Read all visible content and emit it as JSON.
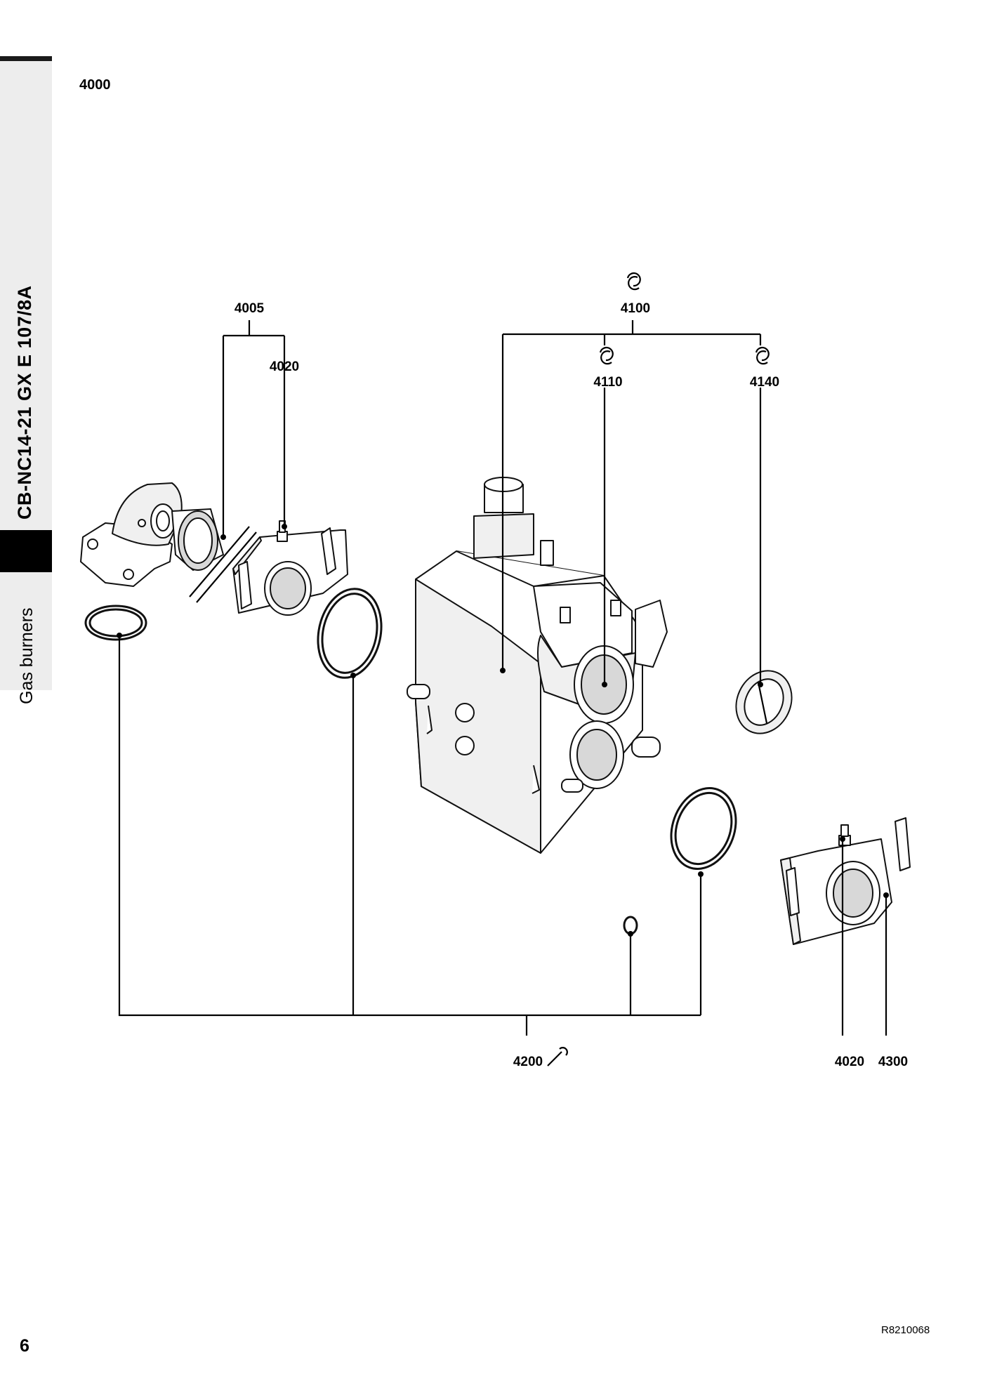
{
  "sidebar": {
    "model_code": "CB-NC14-21 GX E 107/8A",
    "section_label": "Gas burners"
  },
  "header": {
    "group_code": "4000"
  },
  "callouts": {
    "c4005": "4005",
    "c4020_top": "4020",
    "c4100": "4100",
    "c4110": "4110",
    "c4140": "4140",
    "c4200": "4200",
    "c4020_bottom": "4020",
    "c4300": "4300"
  },
  "icons": {
    "rotate": "circular-arrows-icon",
    "wrench": "wrench-icon"
  },
  "footer": {
    "page_number": "6",
    "drawing_ref": "R8210068"
  }
}
